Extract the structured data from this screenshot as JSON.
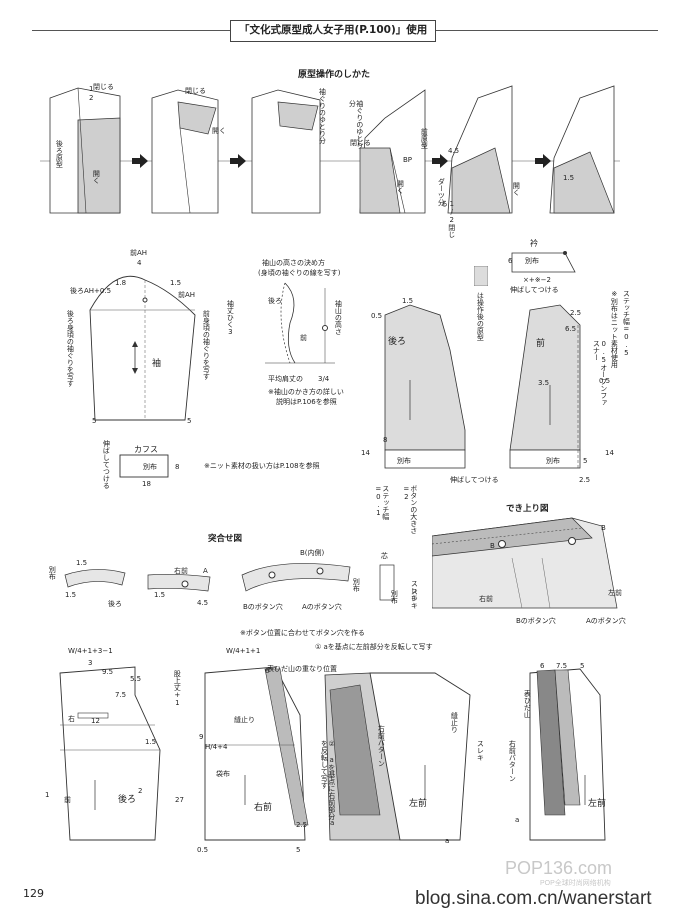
{
  "header": {
    "title": "「文化式原型成人女子用(P.100)」使用"
  },
  "sections": {
    "pattern_ops": "原型操作のしかた",
    "assembly": "突合せ図",
    "finished": "でき上り図"
  },
  "pattern_ops_labels": {
    "close1": "閉じる",
    "close2": "閉じる",
    "open1": "開く",
    "back_base": "後ろ原型",
    "open2": "開く",
    "armhole_ease": "袖ぐりのゆとり分",
    "open3": "開く",
    "armhole_ease2": "袖ぐりのゆとり分",
    "close3": "閉じる",
    "front_base": "前原型",
    "bp": "BP",
    "open4": "開く",
    "dart": "ダーツ分",
    "half_close": "1/2閉じる",
    "open5": "開く",
    "n45": "4.5",
    "n15": "1.5",
    "n1": "1",
    "n2": "2"
  },
  "sleeve": {
    "front_ah": "前AH",
    "back_ah": "後ろAH+0.5",
    "front_ah2": "前AH",
    "n18": "1.8",
    "n15": "1.5",
    "n4": "4",
    "sleeve": "袖",
    "back_armhole_note": "後ろ身頃の袖ぐりを写す",
    "front_armhole_note": "前身頃の袖ぐりを写す",
    "sleeve_len": "袖丈ひく3",
    "n5a": "5",
    "n5b": "5",
    "cuff": "カフス",
    "stretch": "伸ばしてつける",
    "fabric": "別布",
    "n8": "8",
    "n18b": "18"
  },
  "cap": {
    "title": "袖山の高さの決め方",
    "subtitle": "(身頃の袖ぐりの線を写す)",
    "back": "後ろ",
    "front": "前",
    "cap_height": "袖山の高さ",
    "avg": "平均肩丈の",
    "frac": "3/4",
    "note1": "※袖山のかき方の詳しい",
    "note2": "説明はP.106を参照"
  },
  "knit_note": "※ニット素材の扱い方はP.108を参照",
  "bodice": {
    "back": "後ろ",
    "front": "前",
    "collar": "衿",
    "fabric": "別布",
    "collar_formula": "×+※−2",
    "stretch": "伸ばしてつける",
    "n6": "6",
    "n05": "0.5",
    "n15": "1.5",
    "n65": "6.5",
    "n25": "2.5",
    "n35": "3.5",
    "n05b": "0.5",
    "n8": "8",
    "n14": "14",
    "n14b": "14",
    "n25b": "2.5",
    "n5": "5",
    "zip": "0.5オープンファスナー",
    "gray_note": "は操作後の原型",
    "stitch": "ステッチ幅=0.5",
    "fabric_note": "※別布はニット素材使用",
    "fabric1": "別布",
    "fabric2": "別布",
    "stretch2": "伸ばしてつける"
  },
  "button": {
    "size": "ボタンの大きさ=2",
    "stitch": "ステッチ幅=0.1",
    "n3": "3"
  },
  "finished_labels": {
    "b": "B",
    "b2": "B",
    "left_front": "左前",
    "right_front": "右前",
    "b_hole": "Bのボタン穴",
    "a_hole": "Aのボタン穴",
    "slit": "スレキ"
  },
  "assembly_labels": {
    "fabric": "別布",
    "n15": "1.5",
    "n15b": "1.5",
    "back": "後ろ",
    "right_front": "右前",
    "a": "A",
    "n15c": "1.5",
    "n45": "4.5",
    "b_inner": "B(内側)",
    "b_hole": "Bのボタン穴",
    "a_hole": "Aのボタン穴",
    "fabric2": "別布",
    "fabric3": "別布",
    "core": "芯",
    "slit": "スレキ",
    "button_note": "※ボタン位置に合わせてボタン穴を作る"
  },
  "pants": {
    "w_formula": "W/4+1+3−1",
    "w_formula2": "W/4+1+1",
    "n3": "3",
    "n95": "9.5",
    "n55": "5.5",
    "n75": "7.5",
    "n12": "12",
    "n15": "1.5",
    "n2": "2",
    "n1": "1",
    "right": "右",
    "back": "後ろ",
    "front": "前",
    "h_formula": "H/4+4",
    "n9": "9",
    "n6": "6",
    "n25": "2.5",
    "rise": "股上丈+1",
    "n27": "27",
    "n05": "0.5",
    "n5": "5",
    "right_front": "右前",
    "pocket": "袋布",
    "side_stop": "縫止り",
    "overlap": "表ひだ山の重なり位置",
    "step1": "① aを基点に左前部分を反転して写す",
    "step2": "② aを基点に右前部分を反転して写す",
    "right_front_pattern": "右前パターン",
    "left_front": "左前",
    "side_stop2": "縫止り",
    "slit": "スレキ",
    "fold_top": "表ひだ山",
    "n6b": "6",
    "n75b": "7.5",
    "n5b": "5",
    "right_front_pattern2": "右前パターン",
    "left_front2": "左前",
    "a1": "a",
    "a2": "a",
    "a3": "a"
  },
  "footer": {
    "page": "129",
    "blog": "blog.sina.com.cn/wanerstart",
    "wm": "POP136.com",
    "wm_sub": "POP全球时尚网络机构"
  }
}
